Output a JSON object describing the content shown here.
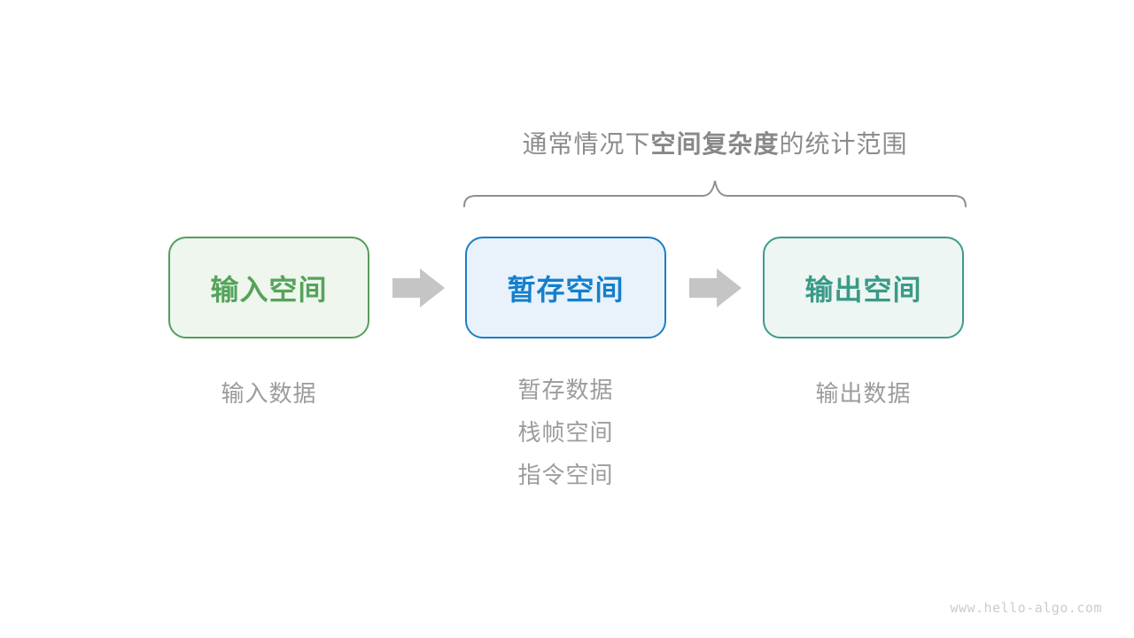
{
  "title": {
    "prefix": "通常情况下",
    "bold": "空间复杂度",
    "suffix": "的统计范围"
  },
  "boxes": [
    {
      "id": "input-space",
      "label": "输入空间",
      "text_color": "#55a35b",
      "border_color": "#579e57",
      "background": "#eef6ee"
    },
    {
      "id": "temp-space",
      "label": "暂存空间",
      "text_color": "#1480cd",
      "border_color": "#1b7ec6",
      "background": "#e9f2fb"
    },
    {
      "id": "output-space",
      "label": "输出空间",
      "text_color": "#3a9a88",
      "border_color": "#3f9a8c",
      "background": "#edf6f3"
    }
  ],
  "sublabels": {
    "input": [
      "输入数据"
    ],
    "temporary": [
      "暂存数据",
      "栈帧空间",
      "指令空间"
    ],
    "output": [
      "输出数据"
    ]
  },
  "colors": {
    "title_text": "#8c8c8c",
    "sublabel_text": "#9c9c9c",
    "brace_stroke": "#8f8f8f",
    "arrow_fill": "#c5c5c5",
    "watermark_text": "#cccccc"
  },
  "watermark": "www.hello-algo.com"
}
